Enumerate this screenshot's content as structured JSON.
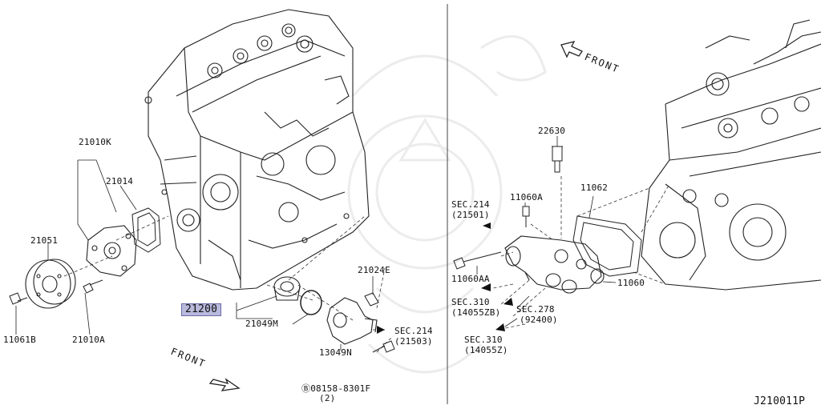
{
  "left_labels": [
    {
      "id": "21010K",
      "text": "21010K"
    },
    {
      "id": "21014",
      "text": "21014"
    },
    {
      "id": "21051",
      "text": "21051"
    },
    {
      "id": "11061B",
      "text": "11061B"
    },
    {
      "id": "21010A",
      "text": "21010A"
    },
    {
      "id": "21200",
      "text": "21200"
    },
    {
      "id": "21049M",
      "text": "21049M"
    },
    {
      "id": "21024E",
      "text": "21024E"
    },
    {
      "id": "13049N",
      "text": "13049N"
    },
    {
      "id": "sec214b",
      "text": "SEC.214"
    },
    {
      "id": "sec214b_sub",
      "text": "(21503)"
    },
    {
      "id": "bolt",
      "text": "Ⓑ08158-8301F"
    },
    {
      "id": "bolt_qty",
      "text": "(2)"
    }
  ],
  "right_labels": [
    {
      "id": "22630",
      "text": "22630"
    },
    {
      "id": "sec214a",
      "text": "SEC.214"
    },
    {
      "id": "sec214a_sub",
      "text": "(21501)"
    },
    {
      "id": "11060A",
      "text": "11060A"
    },
    {
      "id": "11062",
      "text": "11062"
    },
    {
      "id": "11060AA",
      "text": "11060AA"
    },
    {
      "id": "11060",
      "text": "11060"
    },
    {
      "id": "sec310a",
      "text": "SEC.310"
    },
    {
      "id": "sec310a_sub",
      "text": "(14055ZB)"
    },
    {
      "id": "sec278",
      "text": "SEC.278"
    },
    {
      "id": "sec278_sub",
      "text": "(92400)"
    },
    {
      "id": "sec310b",
      "text": "SEC.310"
    },
    {
      "id": "sec310b_sub",
      "text": "(14055Z)"
    }
  ],
  "front_left": "FRONT",
  "front_right": "FRONT",
  "diagram_code": "J210011P",
  "colors": {
    "line": "#222222",
    "highlight": "#b9b9dc",
    "watermark": "#eeeeee"
  }
}
